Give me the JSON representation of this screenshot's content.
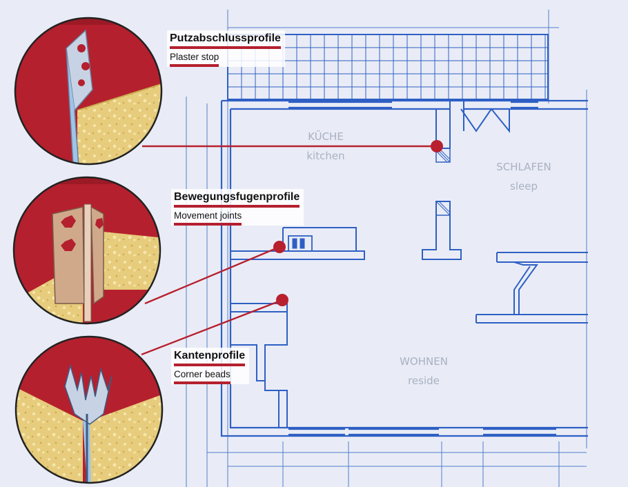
{
  "callouts": {
    "plaster_stop": {
      "de": "Putzabschlussprofile",
      "en": "Plaster stop"
    },
    "movement_joints": {
      "de": "Bewegungsfugenprofile",
      "en": "Movement joints"
    },
    "corner_beads": {
      "de": "Kantenprofile",
      "en": "Corner beads"
    }
  },
  "rooms": {
    "kitchen": {
      "de": "KÜCHE",
      "en": "kitchen"
    },
    "sleep": {
      "de": "SCHLAFEN",
      "en": "sleep"
    },
    "living": {
      "de": "WOHNEN",
      "en": "reside"
    }
  },
  "colors": {
    "blueprint_line": "#2e5fc4",
    "blueprint_bg": "#e9ecf6",
    "wall_red": "#b5202e",
    "plaster_yellow": "#e8cf7a",
    "leader_red": "#b8202e"
  }
}
